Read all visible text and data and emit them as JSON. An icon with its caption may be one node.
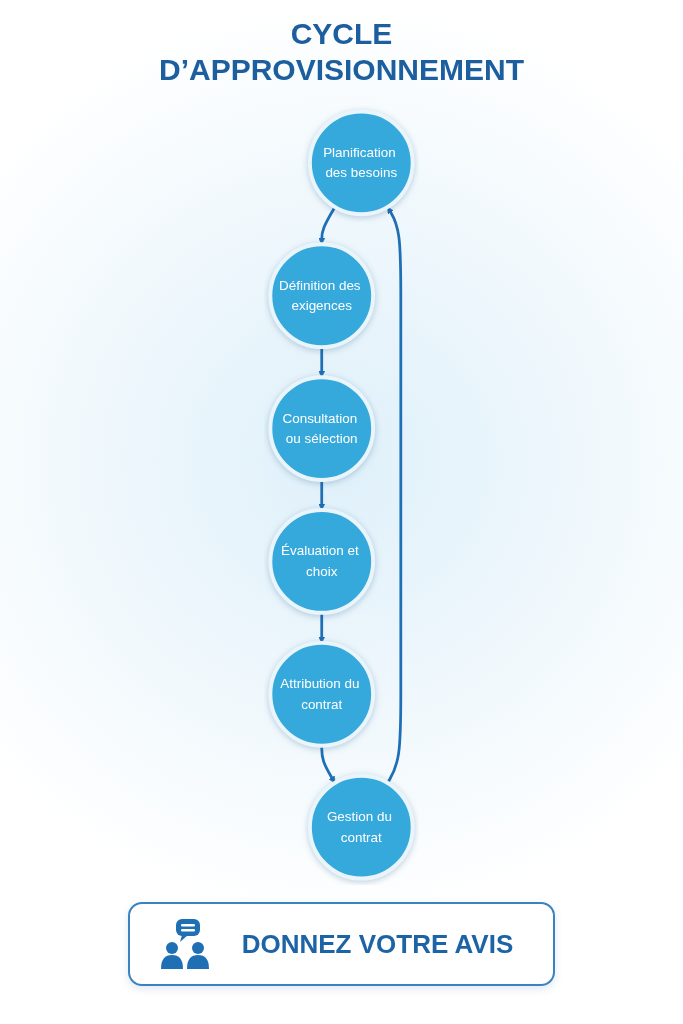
{
  "diagram": {
    "title": "CYCLE D’APPROVISIONNEMENT",
    "nodes": [
      {
        "text": [
          "Planification des besoins"
        ]
      },
      {
        "text": [
          "Définition des exigences"
        ]
      },
      {
        "text": [
          "Consultation ou sélection"
        ]
      },
      {
        "text": [
          "Évaluation et choix"
        ]
      },
      {
        "text": [
          "Attribution du contrat"
        ]
      },
      {
        "text": [
          "Gestion du contrat"
        ]
      }
    ],
    "edges": [
      {
        "from": 0,
        "to": 1,
        "arrow": "to"
      },
      {
        "from": 1,
        "to": 2,
        "arrow": "to"
      },
      {
        "from": 2,
        "to": 3,
        "arrow": "to"
      },
      {
        "from": 3,
        "to": 4,
        "arrow": "to"
      },
      {
        "from": 4,
        "to": 5,
        "arrow": "to"
      },
      {
        "from": 5,
        "to": 0,
        "arrow": "to"
      }
    ],
    "labels": [
      "DONNEZ VOTRE AVIS"
    ]
  }
}
